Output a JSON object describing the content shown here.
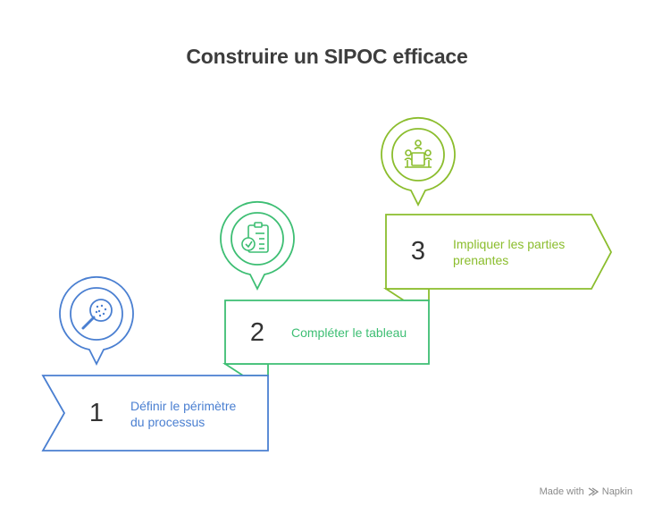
{
  "title": "Construire un SIPOC efficace",
  "colors": {
    "step1": "#4a7fd1",
    "step2": "#3dbe73",
    "step3": "#8bbd2d"
  },
  "steps": [
    {
      "number": "1",
      "label": "Définir le périmètre du processus",
      "line1": "Définir le périmètre",
      "line2": "du processus",
      "icon": "magnifier-icon"
    },
    {
      "number": "2",
      "label": "Compléter le tableau",
      "line1": "Compléter le tableau",
      "icon": "clipboard-check-icon"
    },
    {
      "number": "3",
      "label": "Impliquer les parties prenantes",
      "line1": "Impliquer les parties",
      "line2": "prenantes",
      "icon": "meeting-people-icon"
    }
  ],
  "footer": {
    "made_with": "Made with",
    "brand": "Napkin",
    "brand_icon": "napkin-logo-icon"
  }
}
